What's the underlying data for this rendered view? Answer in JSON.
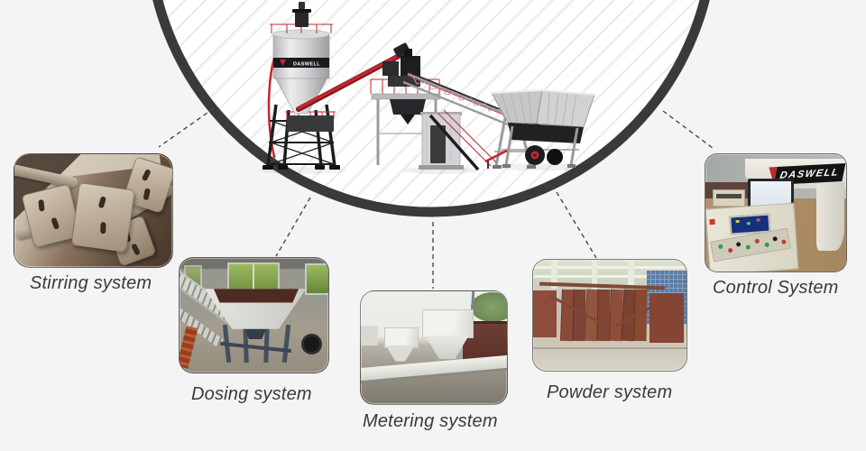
{
  "brand": {
    "name": "DASWELL"
  },
  "colors": {
    "background": "#f4f4f5",
    "circle_border": "#3a3a3c",
    "accent_red": "#c1272d",
    "label_text": "#3a3a3a"
  },
  "hero": {
    "description": "Mobile concrete batching plant illustration inside circle",
    "components": [
      "cement-silo",
      "screw-conveyor",
      "mixer-unit",
      "control-cabin",
      "belt-conveyor",
      "aggregate-hoppers"
    ]
  },
  "systems": [
    {
      "id": "stirring",
      "label": "Stirring system"
    },
    {
      "id": "dosing",
      "label": "Dosing system"
    },
    {
      "id": "metering",
      "label": "Metering system"
    },
    {
      "id": "powder",
      "label": "Powder system"
    },
    {
      "id": "control",
      "label": "Control System"
    }
  ]
}
